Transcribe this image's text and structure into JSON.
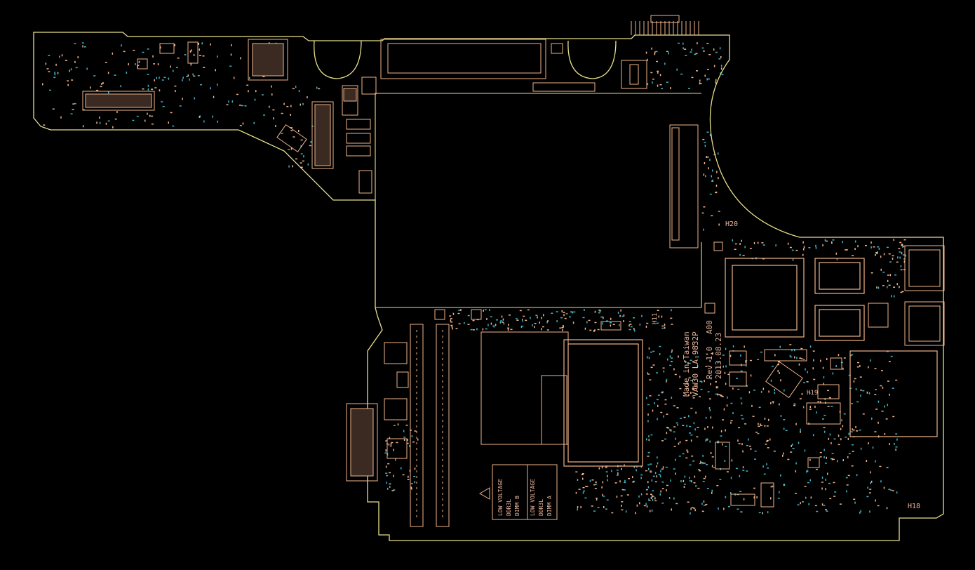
{
  "colors": {
    "background": "#000000",
    "outline": "#e8e08a",
    "component": "#f0b48a",
    "pad": "#3fb6c8",
    "label": "#e8b49a"
  },
  "board": {
    "silkscreen": {
      "line1": "Made in Taiwan",
      "line2": "VAW30 LA-9832P",
      "line3": "Rev 1.0",
      "line4": "2013.08.23",
      "line5": "A00"
    },
    "hole_labels": {
      "h20": "H20",
      "h18": "H18",
      "h19": "H19",
      "h11": "H11"
    },
    "dimm_b": {
      "line1": "LOW VOLTAGE",
      "line2": "DDR3L",
      "line3": "DIMM B"
    },
    "dimm_a": {
      "line1": "LOW VOLTAGE",
      "line2": "DDR3L",
      "line3": "DIMM A"
    }
  }
}
